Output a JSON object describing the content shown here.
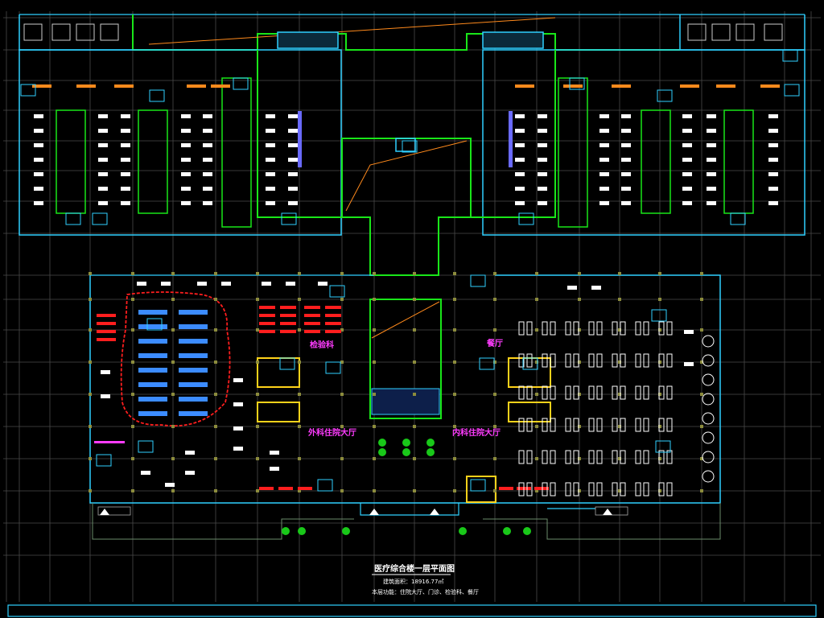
{
  "drawing": {
    "title": "医疗综合楼一层平面图",
    "area_note": "建筑面积：18916.77㎡",
    "function_note": "本层功能：住院大厅、门诊、检验科、餐厅"
  },
  "rooms": {
    "lab": "检验科",
    "canteen": "餐厅",
    "surgery_hall": "外科住院大厅",
    "medicine_hall": "内科住院大厅"
  },
  "colors": {
    "background": "#000000",
    "grid": "#4a4a4a",
    "outline_cyan": "#2fd0ff",
    "wall_green": "#19e619",
    "accent_orange": "#ff8a1c",
    "annotation_magenta": "#ff3cff",
    "highlight_red": "#ff1e1e",
    "furniture_white": "#ffffff",
    "stair_yellow": "#ffd21a",
    "furniture_blue": "#3c8cff"
  }
}
